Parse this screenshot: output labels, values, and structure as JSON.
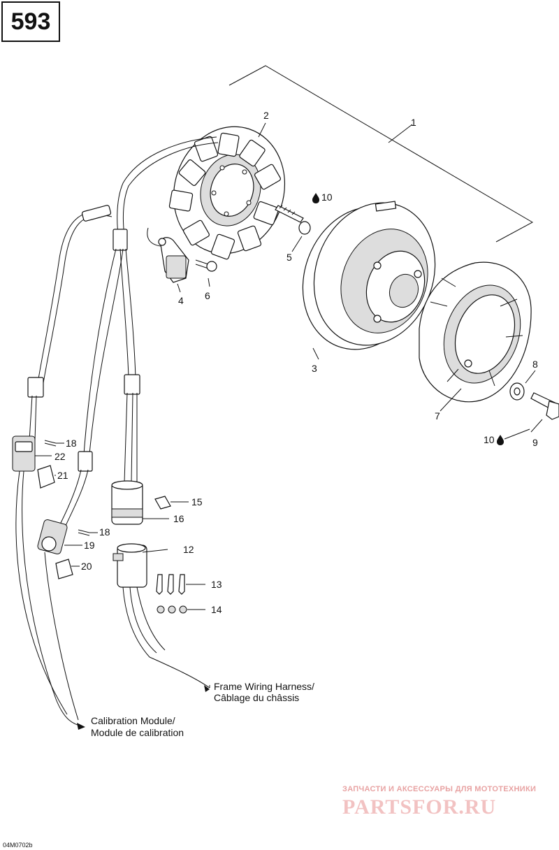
{
  "page": {
    "number": "593",
    "drawing_code": "04M0702b"
  },
  "callouts": {
    "c1": "1",
    "c2": "2",
    "c3": "3",
    "c4": "4",
    "c5": "5",
    "c6": "6",
    "c7": "7",
    "c8": "8",
    "c9": "9",
    "c10a": "10",
    "c10b": "10",
    "c12": "12",
    "c13": "13",
    "c14": "14",
    "c15": "15",
    "c16": "16",
    "c18a": "18",
    "c18b": "18",
    "c19": "19",
    "c20": "20",
    "c21": "21",
    "c22": "22"
  },
  "notes": {
    "frame_line1": "Frame Wiring Harness/",
    "frame_line2": "Câblage du châssis",
    "calib_line1": "Calibration Module/",
    "calib_line2": "Module de calibration"
  },
  "watermark": {
    "line1": "ЗАПЧАСТИ И АКСЕССУАРЫ ДЛЯ МОТОТЕХНИКИ",
    "line2": "PARTSFOR.RU"
  },
  "icons": {
    "loctite": "drop-icon"
  }
}
